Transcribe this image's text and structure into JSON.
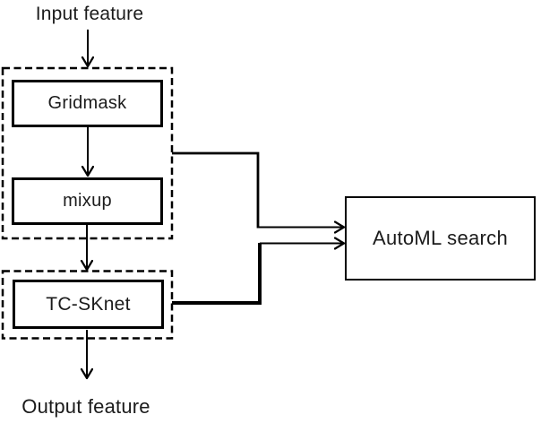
{
  "diagram": {
    "labels": {
      "input": "Input feature",
      "gridmask": "Gridmask",
      "mixup": "mixup",
      "tcsknet": "TC-SKnet",
      "automl": "AutoML search",
      "output": "Output feature"
    },
    "colors": {
      "background": "#ffffff",
      "line": "#000000",
      "text": "#1b1b1b"
    }
  }
}
